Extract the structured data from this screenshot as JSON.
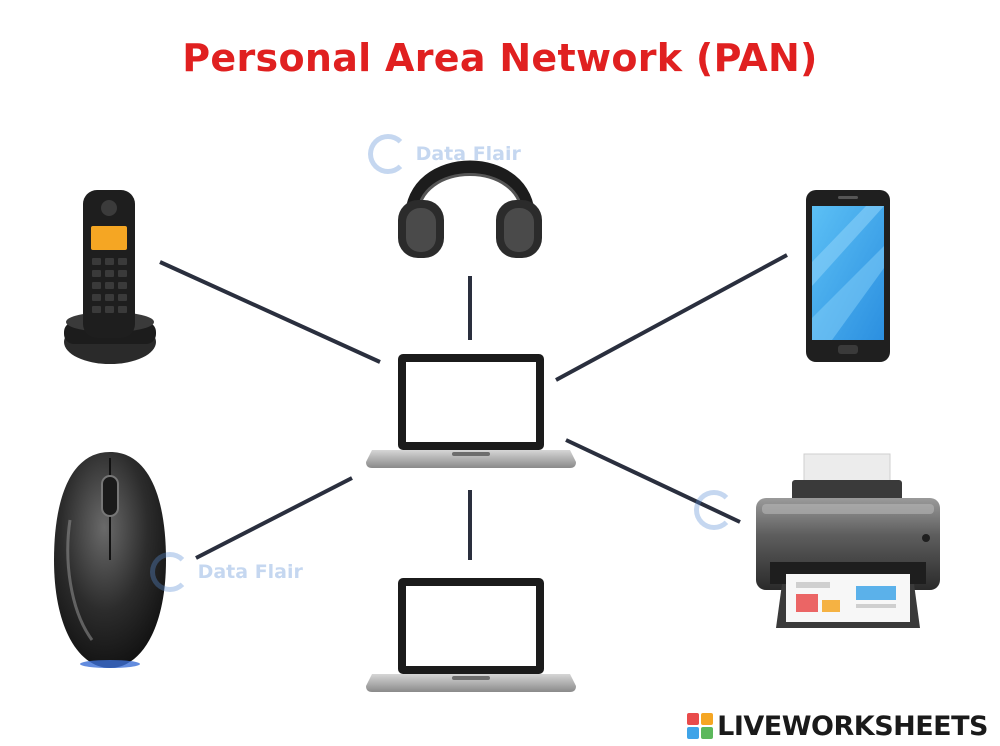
{
  "diagram": {
    "title": "Personal Area Network (PAN)",
    "watermark": "Data Flair",
    "brand": "LIVEWORKSHEETS",
    "devices": [
      {
        "id": "headphones",
        "icon": "headphones-icon"
      },
      {
        "id": "cordless-phone",
        "icon": "cordless-phone-icon"
      },
      {
        "id": "smartphone",
        "icon": "smartphone-icon"
      },
      {
        "id": "laptop-center",
        "icon": "laptop-icon"
      },
      {
        "id": "mouse",
        "icon": "mouse-icon"
      },
      {
        "id": "laptop-bottom",
        "icon": "laptop-icon"
      },
      {
        "id": "printer",
        "icon": "printer-icon"
      }
    ],
    "connections": [
      {
        "from": "laptop-center",
        "to": "headphones"
      },
      {
        "from": "laptop-center",
        "to": "cordless-phone"
      },
      {
        "from": "laptop-center",
        "to": "smartphone"
      },
      {
        "from": "laptop-center",
        "to": "mouse"
      },
      {
        "from": "laptop-center",
        "to": "laptop-bottom"
      },
      {
        "from": "laptop-center",
        "to": "printer"
      }
    ]
  },
  "colors": {
    "title": "#e02020",
    "connector": "#2a2f3e",
    "watermark": "#5b8fd6",
    "screen_blue": "#3fa4e8",
    "phone_display": "#f5a623"
  }
}
